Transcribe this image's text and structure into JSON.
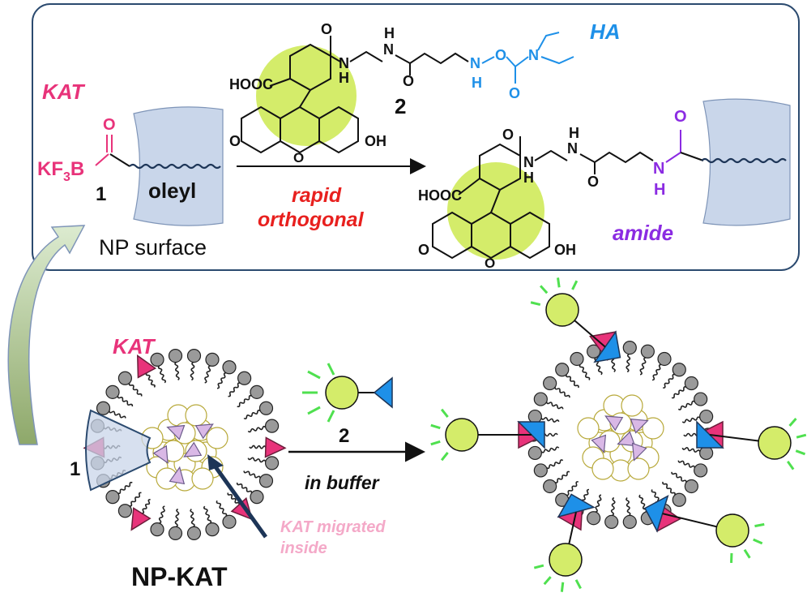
{
  "top_panel": {
    "kat_label": "KAT",
    "kf3b_main": "KF",
    "kf3b_sub": "3",
    "kf3b_tail": "B",
    "carbonyl_o": "O",
    "compound1_number": "1",
    "oleyl_label": "oleyl",
    "np_surface_label": "NP surface",
    "compound2_number": "2",
    "ha_label": "HA",
    "cooh_label": "HOOC",
    "oh_label": "OH",
    "o_label": "O",
    "nh_label": "N",
    "h_label": "H",
    "rapid_label": "rapid",
    "orthogonal_label": "orthogonal",
    "amide_label": "amide"
  },
  "bottom_panel": {
    "kat_label": "KAT",
    "compound1_number": "1",
    "np_kat_label": "NP-KAT",
    "compound2_number": "2",
    "in_buffer_label": "in buffer",
    "kat_migrated_line1": "KAT migrated",
    "kat_migrated_line2": "inside"
  },
  "colors": {
    "pink": "#e8337a",
    "red": "#e8201e",
    "blue": "#1e90e8",
    "purple": "#8b2be2",
    "light_pink": "#f4a9c8",
    "green_fill": "#d4ec6a",
    "green_ray": "#4fe04f",
    "navy": "#1d3557",
    "frame": "#2b4a6f"
  }
}
